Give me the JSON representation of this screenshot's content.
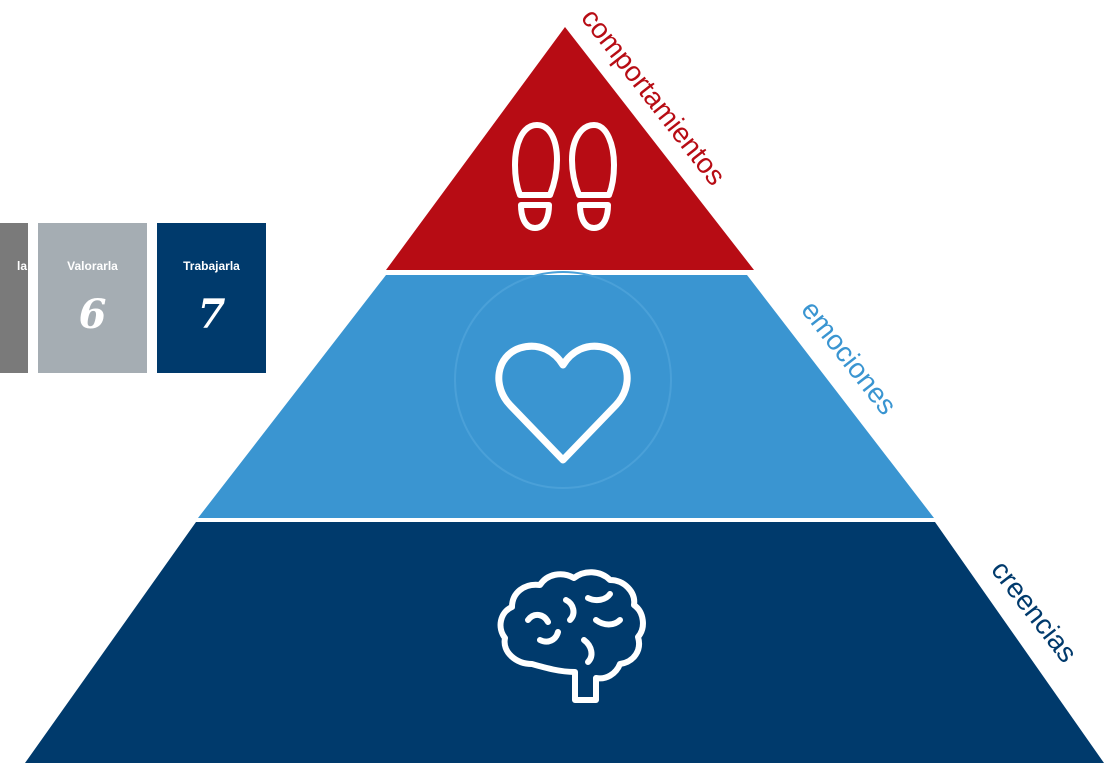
{
  "cards": [
    {
      "label": "la",
      "value": "",
      "color": "#7a7a7a"
    },
    {
      "label": "Valorarla",
      "value": "6",
      "color": "#a5adb3"
    },
    {
      "label": "Trabajarla",
      "value": "7",
      "color": "#003a6c"
    }
  ],
  "pyramid": {
    "levels": [
      {
        "name": "comportamientos",
        "icon": "footprints-icon",
        "fill": "#b70c14",
        "label_color": "#b70c14"
      },
      {
        "name": "emociones",
        "icon": "heart-icon",
        "fill": "#3a95d1",
        "label_color": "#3a95d1"
      },
      {
        "name": "creencias",
        "icon": "brain-icon",
        "fill": "#003a6c",
        "label_color": "#003a6c"
      }
    ]
  }
}
